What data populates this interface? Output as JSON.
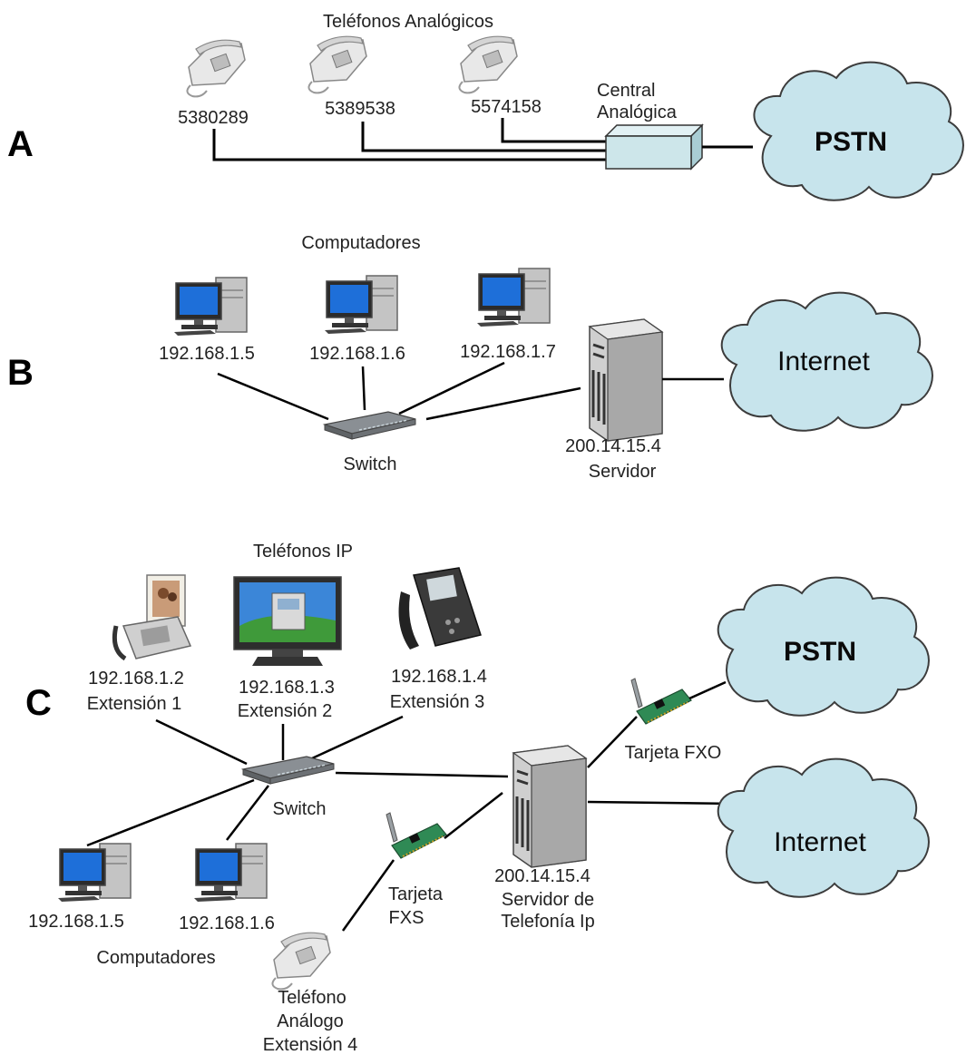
{
  "colors": {
    "cloud": "#c7e4ec",
    "cloud_stroke": "#3c3c3c",
    "central": "#cde6ea",
    "screen": "#1e6fd9",
    "pc_body": "#b8b8b8"
  },
  "section_a": {
    "letter": "A",
    "group_label": "Teléfonos Analógicos",
    "phones": [
      "5380289",
      "5389538",
      "5574158"
    ],
    "central_label_1": "Central",
    "central_label_2": "Analógica",
    "cloud": "PSTN"
  },
  "section_b": {
    "letter": "B",
    "group_label": "Computadores",
    "computers": [
      "192.168.1.5",
      "192.168.1.6",
      "192.168.1.7"
    ],
    "switch": "Switch",
    "server_ip": "200.14.15.4",
    "server_label": "Servidor",
    "cloud": "Internet"
  },
  "section_c": {
    "letter": "C",
    "group_label": "Teléfonos IP",
    "ip_phones": [
      {
        "ip": "192.168.1.2",
        "ext": "Extensión 1"
      },
      {
        "ip": "192.168.1.3",
        "ext": "Extensión 2"
      },
      {
        "ip": "192.168.1.4",
        "ext": "Extensión 3"
      }
    ],
    "switch": "Switch",
    "computers": [
      "192.168.1.5",
      "192.168.1.6"
    ],
    "computers_label": "Computadores",
    "fxs_1": "Tarjeta",
    "fxs_2": "FXS",
    "fxo": "Tarjeta FXO",
    "server_ip": "200.14.15.4",
    "server_label_1": "Servidor de",
    "server_label_2": "Telefonía Ip",
    "analog_1": "Teléfono",
    "analog_2": "Análogo",
    "analog_3": "Extensión 4",
    "cloud_pstn": "PSTN",
    "cloud_internet": "Internet"
  }
}
